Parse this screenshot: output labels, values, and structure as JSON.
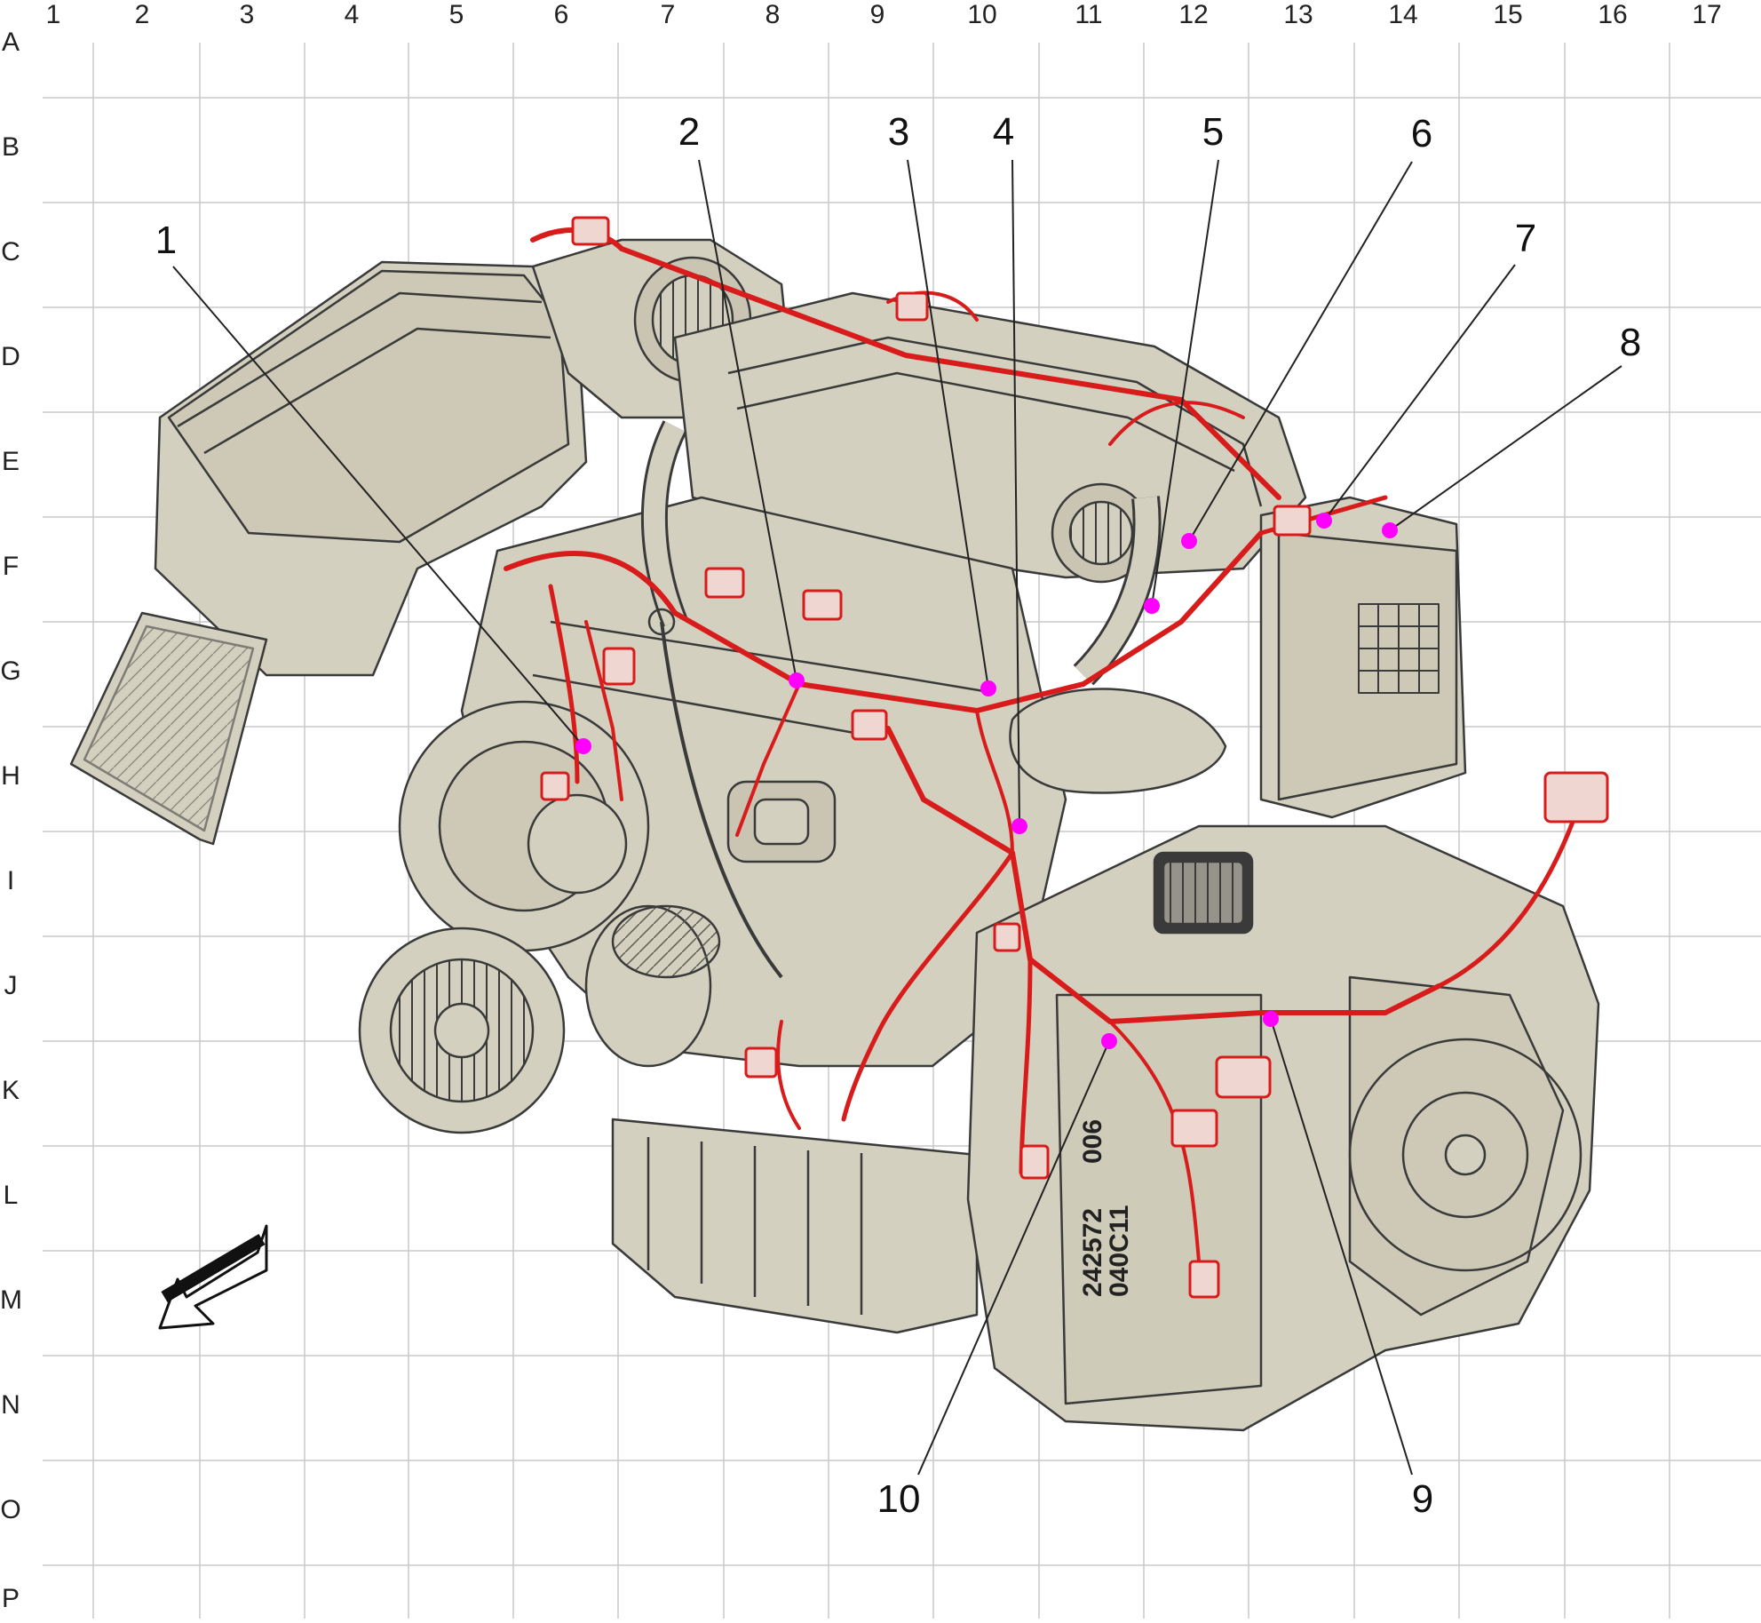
{
  "grid": {
    "columns": [
      "1",
      "2",
      "3",
      "4",
      "5",
      "6",
      "7",
      "8",
      "9",
      "10",
      "11",
      "12",
      "13",
      "14",
      "15",
      "16",
      "17"
    ],
    "rows": [
      "A",
      "B",
      "C",
      "D",
      "E",
      "F",
      "G",
      "H",
      "I",
      "J",
      "K",
      "L",
      "M",
      "N",
      "O",
      "P"
    ]
  },
  "callouts": [
    {
      "number": "1"
    },
    {
      "number": "2"
    },
    {
      "number": "3"
    },
    {
      "number": "4"
    },
    {
      "number": "5"
    },
    {
      "number": "6"
    },
    {
      "number": "7"
    },
    {
      "number": "8"
    },
    {
      "number": "9"
    },
    {
      "number": "10"
    }
  ],
  "engine_stamp": {
    "line1": "242572",
    "line2": "040C11",
    "line3": "006"
  },
  "colors": {
    "engine_fill": "#d3d0bf",
    "engine_stroke": "#3a3a3a",
    "harness": "#d81c1c",
    "connection_dot": "#ff00ff",
    "grid": "#c8c8c8",
    "leader": "#222222"
  },
  "icons": {
    "front_arrow": "arrow-front-left-icon"
  }
}
